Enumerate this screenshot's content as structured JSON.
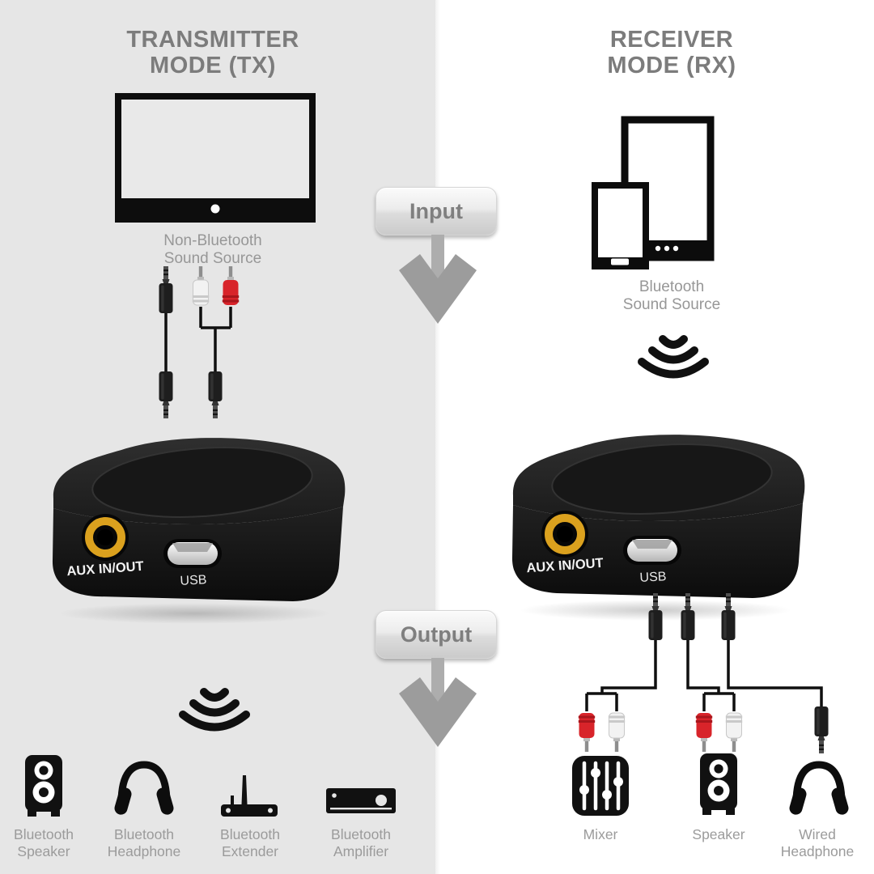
{
  "left_panel": {
    "title": [
      "TRANSMITTER",
      "MODE (TX)"
    ],
    "source_caption": [
      "Non-Bluetooth",
      "Sound Source"
    ],
    "targets": [
      {
        "label": [
          "Bluetooth",
          "Speaker"
        ]
      },
      {
        "label": [
          "Bluetooth",
          "Headphone"
        ]
      },
      {
        "label": [
          "Bluetooth",
          "Extender"
        ]
      },
      {
        "label": [
          "Bluetooth",
          "Amplifier"
        ]
      }
    ]
  },
  "right_panel": {
    "title": [
      "RECEIVER",
      "MODE (RX)"
    ],
    "source_caption": [
      "Bluetooth",
      "Sound Source"
    ],
    "targets": [
      {
        "label": [
          "Mixer"
        ]
      },
      {
        "label": [
          "Speaker"
        ]
      },
      {
        "label": [
          "Wired",
          "Headphone"
        ]
      }
    ]
  },
  "flow": {
    "input_label": "Input",
    "output_label": "Output"
  },
  "device": {
    "aux_label": "AUX IN/OUT",
    "usb_label": "USB"
  },
  "colors": {
    "left_bg": "#e6e6e6",
    "right_bg": "#ffffff",
    "title_gray": "#7c7c7c",
    "caption_gray": "#979797",
    "icon_black": "#111111",
    "aux_gold": "#dba11e",
    "rca_red": "#d8242a",
    "rca_white": "#f2f2f2",
    "arrow_gray": "#9c9c9c"
  }
}
